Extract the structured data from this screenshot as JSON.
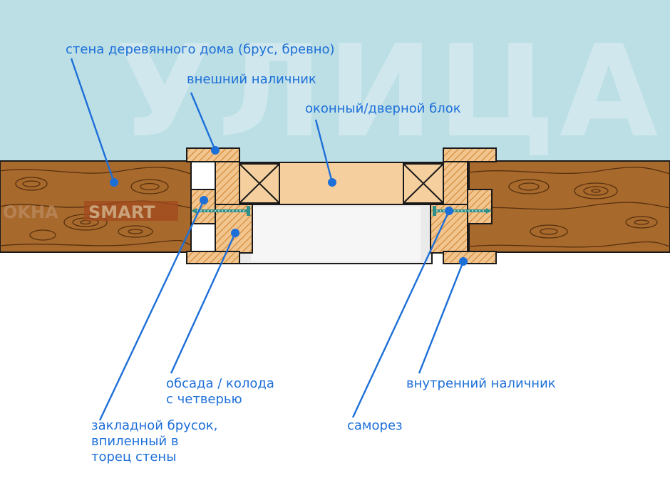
{
  "background_word": "УЛИЦА",
  "watermark": {
    "part1": "OKHA",
    "part2": "SMART"
  },
  "labels": {
    "wall": "стена деревянного дома (брус, бревно)",
    "outer_trim": "внешний наличник",
    "window_block": "оконный/дверной блок",
    "casing_line1": "обсада / колода",
    "casing_line2": "с четверью",
    "inner_trim": "внутренний наличник",
    "embedded_line1": "закладной брусок,",
    "embedded_line2": "впиленный в",
    "embedded_line3": "торец стены",
    "screw": "саморез"
  },
  "colors": {
    "sky": "#bcdfe6",
    "wood": "#a8692c",
    "wood_grain": "#4e2a0b",
    "light_wood": "#f5cf9e",
    "hatch": "#d08a35",
    "opening": "#eaeaea",
    "accent": "#1d6fd8",
    "outline": "#1a1a1a",
    "screw": "#2f8f8a"
  }
}
